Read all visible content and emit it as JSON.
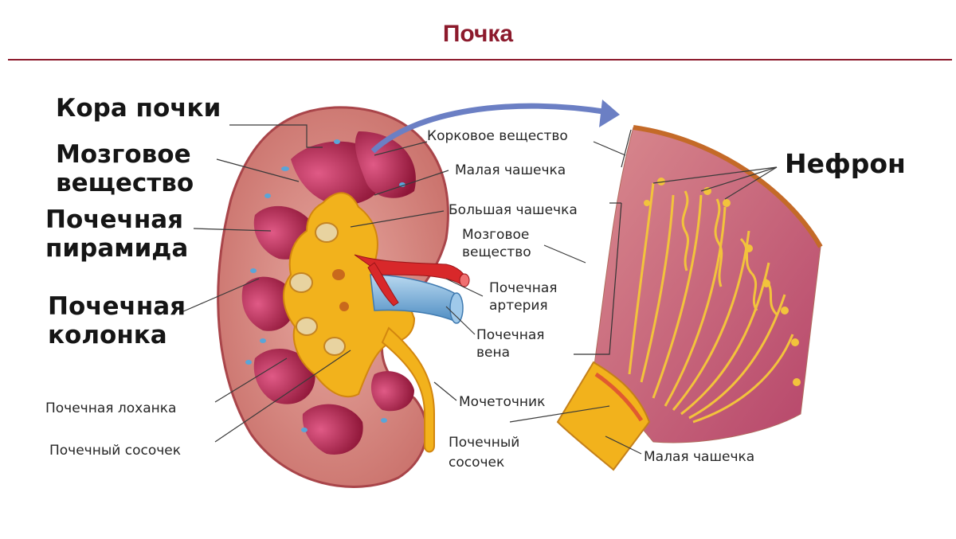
{
  "title": "Почка",
  "labels": {
    "cortex": "Кора почки",
    "medulla_l1": "Мозговое",
    "medulla_l2": "вещество",
    "pyramid_l1": "Почечная",
    "pyramid_l2": "пирамида",
    "column_l1": "Почечная",
    "column_l2": "колонка",
    "pelvis": "Почечная лоханка",
    "papilla_left": "Почечный сосочек",
    "cortical_substance": "Корковое вещество",
    "minor_calyx": "Малая чашечка",
    "major_calyx": "Большая чашечка",
    "medulla_small_l1": "Мозговое",
    "medulla_small_l2": "вещество",
    "artery_l1": "Почечная",
    "artery_l2": "артерия",
    "vein_l1": "Почечная",
    "vein_l2": "вена",
    "ureter": "Мочеточник",
    "papilla_mid_l1": "Почечный",
    "papilla_mid_l2": "сосочек",
    "minor_calyx_right": "Малая чашечка",
    "nephron": "Нефрон"
  },
  "colors": {
    "title": "#8c1a2c",
    "cortex": "#d88a83",
    "pyramid": "#b02450",
    "pelvis": "#f2b21c",
    "artery": "#d8282a",
    "vein": "#7fb4dc",
    "arrow": "#6b7fc4"
  }
}
